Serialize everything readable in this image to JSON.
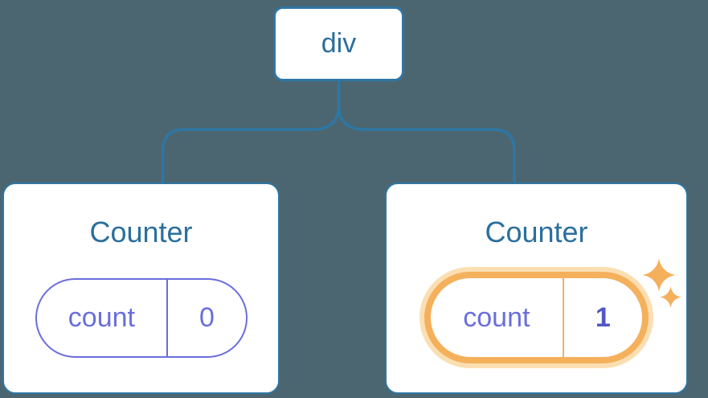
{
  "diagram": {
    "colors": {
      "background": "#4C6671",
      "blue": "#2E76A4",
      "purple": "#6A6FDB",
      "purple_bold": "#5157C5",
      "orange": "#F5B05C",
      "orange_light": "#FBDFB2",
      "card_background": "#FFFFFF"
    },
    "root": {
      "label": "div"
    },
    "children": [
      {
        "title": "Counter",
        "state_pill": {
          "key": "count",
          "value": "0",
          "highlighted": false
        }
      },
      {
        "title": "Counter",
        "state_pill": {
          "key": "count",
          "value": "1",
          "highlighted": true
        },
        "icons": [
          "sparkle-icon-large",
          "sparkle-icon-small"
        ]
      }
    ]
  }
}
